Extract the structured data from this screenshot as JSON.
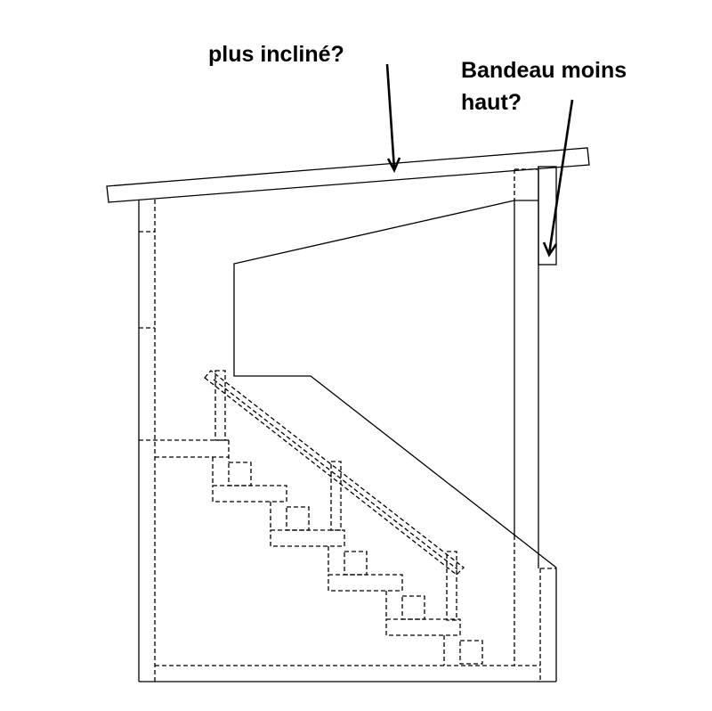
{
  "annotations": {
    "roof_note": "plus incliné?",
    "fascia_note_line1": "Bandeau moins",
    "fascia_note_line2": "haut?"
  },
  "colors": {
    "line": "#000000",
    "background": "#ffffff"
  }
}
